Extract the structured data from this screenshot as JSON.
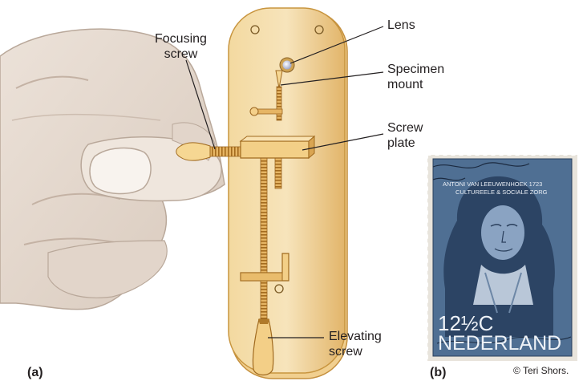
{
  "labels": {
    "lens": "Lens",
    "specimen_mount": [
      "Specimen",
      "mount"
    ],
    "screw_plate": [
      "Screw",
      "plate"
    ],
    "focusing_screw": [
      "Focusing",
      "screw"
    ],
    "elevating_screw": [
      "Elevating",
      "screw"
    ]
  },
  "panels": {
    "a": "(a)",
    "b": "(b)"
  },
  "credit": "© Teri Shors.",
  "stamp": {
    "top_line_1": "ANTONI VAN LEEUWENHOEK 1723",
    "top_line_2": "CULTUREELE & SOCIALE ZORG",
    "value": "12½C",
    "country": "NEDERLAND"
  },
  "colors": {
    "brass_light": "#f6dca2",
    "brass": "#e3b869",
    "brass_dark": "#b07a2a",
    "skin": "#e8dcd2",
    "skin_shadow": "#cdbdb0",
    "stamp_blue": "#4b6b8f",
    "stamp_dark": "#1f3350"
  }
}
